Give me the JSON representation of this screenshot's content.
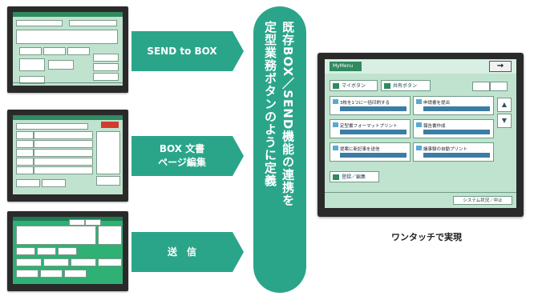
{
  "arrows": [
    {
      "label": "SEND to BOX"
    },
    {
      "label": "BOX 文書\nページ編集"
    },
    {
      "label": "送　信"
    }
  ],
  "center": {
    "line1": "既存BOX／SEND機能の連携を",
    "line2": "定型業務ボタンのように定義"
  },
  "right_screen": {
    "title_tab": "MyMenu",
    "arrow_button": "→",
    "tabs": [
      "マイボタン",
      "共有ボタン"
    ],
    "buttons": [
      "3枚を1つに一括印刷する",
      "申請書を提出",
      "定型書フォーマットプリント",
      "報告書作成",
      "提案に新記事を送信",
      "議事録の自動プリント"
    ],
    "register_button": "登録／編集",
    "footer_button": "システム状況／中止"
  },
  "caption": "ワンタッチで実現",
  "colors": {
    "teal": "#2aa58a",
    "screen_green": "#bfe3cf",
    "frame": "#2a2a2a"
  }
}
